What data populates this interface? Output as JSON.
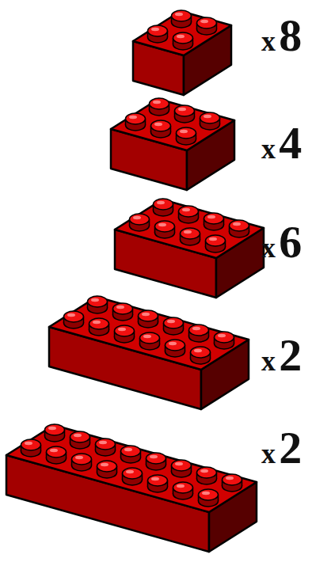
{
  "diagram": {
    "labels": [
      "x8",
      "x4",
      "x6",
      "x2",
      "x2"
    ]
  }
}
